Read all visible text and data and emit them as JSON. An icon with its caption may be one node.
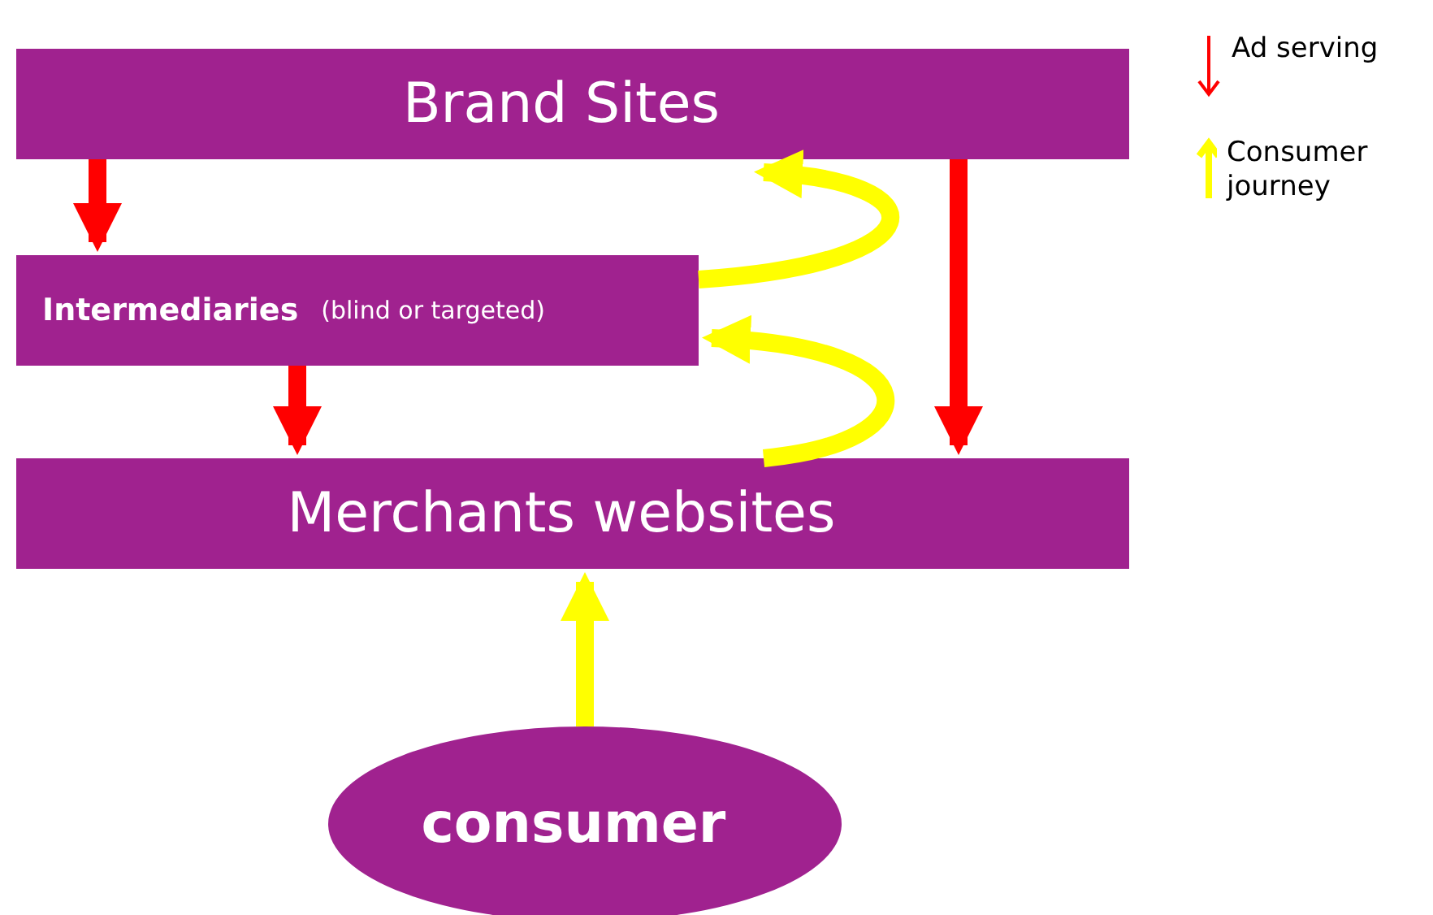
{
  "diagram": {
    "nodes": [
      {
        "text": [
          "Brand Sites"
        ]
      },
      {
        "text": [
          "Intermediaries",
          "(blind or targeted)"
        ]
      },
      {
        "text": [
          "Merchants websites"
        ]
      },
      {
        "text": [
          "consumer"
        ]
      }
    ],
    "edges": [
      {
        "from": 0,
        "to": 1,
        "arrow": "to",
        "color": "#ff0000"
      },
      {
        "from": 1,
        "to": 2,
        "arrow": "to",
        "color": "#ff0000"
      },
      {
        "from": 0,
        "to": 2,
        "arrow": "to",
        "color": "#ff0000"
      },
      {
        "from": 3,
        "to": 2,
        "arrow": "to",
        "color": "#ffff00"
      },
      {
        "from": 2,
        "to": 1,
        "arrow": "to",
        "color": "#ffff00"
      },
      {
        "from": 1,
        "to": 0,
        "arrow": "to",
        "color": "#ffff00"
      }
    ],
    "legend": [
      {
        "text": "Ad serving"
      },
      {
        "text": "Consumer journey"
      }
    ]
  }
}
